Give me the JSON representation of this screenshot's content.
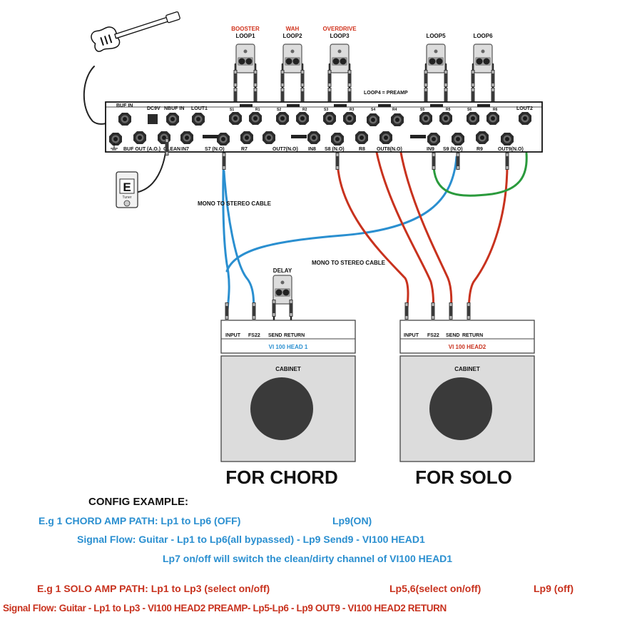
{
  "loops": [
    {
      "sub": "BOOSTER",
      "name": "LOOP1"
    },
    {
      "sub": "WAH",
      "name": "LOOP2"
    },
    {
      "sub": "OVERDRIVE",
      "name": "LOOP3"
    },
    {
      "sub": "",
      "name": "LOOP5"
    },
    {
      "sub": "",
      "name": "LOOP6"
    }
  ],
  "loop4_label": "LOOP4 = PREAMP",
  "switcher_labels": {
    "buf_in": "BUF IN",
    "dc9v": "DC9V",
    "nbuf_in": "NBUF IN",
    "lout1": "LOUT1",
    "buf_out": "BUF OUT (A.O.)",
    "clean": "CLEAN",
    "in7": "IN7",
    "s7": "S7 (N.O)",
    "r7": "R7",
    "out7": "OUT7(N.O)",
    "in8": "IN8",
    "s8": "S8 (N.O)",
    "r8": "R8",
    "out8": "OUT8(N.O)",
    "in9": "IN9",
    "s9": "S9 (N.O)",
    "r9": "R9",
    "out9": "OUT9(N.O)",
    "lout2": "LOUT2",
    "s1": "S1",
    "r1": "R1",
    "s2": "S2",
    "r2": "R2",
    "s3": "S3",
    "r3": "R3",
    "s4": "S4",
    "r4": "R4",
    "s5": "S5",
    "r5": "R5",
    "s6": "S6",
    "r6": "R6"
  },
  "cable_label_1": "MONO TO STEREO CABLE",
  "cable_label_2": "MONO TO STEREO CABLE",
  "delay_label": "DELAY",
  "tuner_label": "Tuner",
  "tuner_digit": "E",
  "amp1": {
    "title": "VI 100 HEAD 1",
    "title_color": "#2a8fd0",
    "jacks": [
      "INPUT",
      "FS22",
      "SEND",
      "RETURN"
    ],
    "cabinet": "CABINET",
    "caption": "FOR CHORD"
  },
  "amp2": {
    "title": "VI 100 HEAD2",
    "title_color": "#c8321e",
    "jacks": [
      "INPUT",
      "FS22",
      "SEND",
      "RETURN"
    ],
    "cabinet": "CABINET",
    "caption": "FOR SOLO"
  },
  "cable_colors": {
    "blue": "#2a8fd0",
    "red": "#c8321e",
    "green": "#2a9a3c"
  },
  "config": {
    "heading": "CONFIG EXAMPLE:",
    "blue_line1_a": "E.g 1  CHORD AMP PATH: Lp1 to Lp6 (OFF)",
    "blue_line1_b": "Lp9(ON)",
    "blue_line2": "Signal Flow: Guitar - Lp1 to Lp6(all bypassed) - Lp9 Send9 - VI100 HEAD1",
    "blue_line3": "Lp7 on/off will switch the clean/dirty channel of VI100 HEAD1",
    "red_line1_a": "E.g 1  SOLO AMP PATH: Lp1 to Lp3 (select on/off)",
    "red_line1_b": "Lp5,6(select on/off)",
    "red_line1_c": "Lp9 (off)",
    "red_line2": "Signal Flow: Guitar - Lp1 to Lp3 - VI100 HEAD2 PREAMP- Lp5-Lp6 - Lp9 OUT9 - VI100 HEAD2 RETURN"
  }
}
